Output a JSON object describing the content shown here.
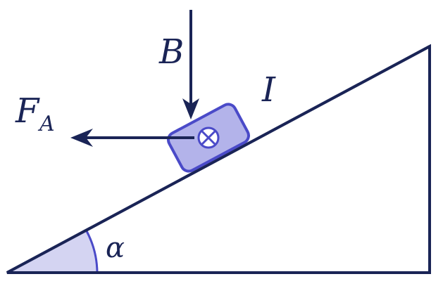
{
  "labels": {
    "magnetic_field": "B",
    "current": "I",
    "force_main": "F",
    "force_sub": "A",
    "angle": "α"
  },
  "colors": {
    "line": "#1a2456",
    "conductor_fill": "#b3b3ea",
    "conductor_stroke": "#4a4ac8",
    "angle_fill": "#d4d4f2",
    "angle_stroke": "#4a4ac8"
  },
  "icons": {
    "current_symbol": "current-into-page-icon"
  }
}
